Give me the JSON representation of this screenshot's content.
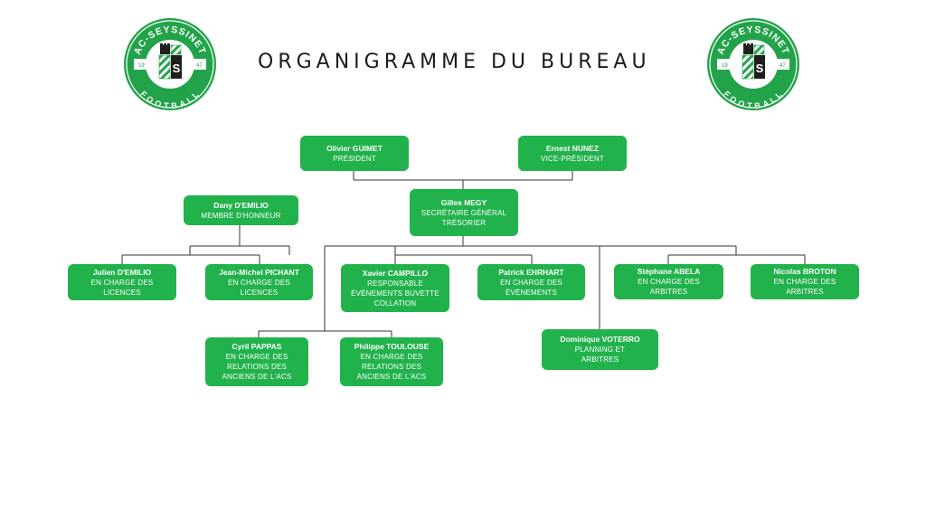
{
  "title": "ORGANIGRAMME DU BUREAU",
  "logo": {
    "ring_text_top": "AC-SEYSSINET",
    "ring_text_bottom": "FOOTBALL",
    "year_left": "19",
    "year_right": "47",
    "letter_right": "S",
    "colors": {
      "green": "#22a34a",
      "dark": "#1f1f1f"
    }
  },
  "colors": {
    "box": "#22b24c",
    "line": "#333333"
  },
  "members": [
    {
      "id": "guimet",
      "name": "Olivier GUIMET",
      "role": "PRÉSIDENT"
    },
    {
      "id": "nunez",
      "name": "Ernest NUNEZ",
      "role": "VICE-PRÉSIDENT"
    },
    {
      "id": "megy",
      "name": "Gilles MEGY",
      "role": "SECRÉTAIRE GÉNÉRAL TRÉSORIER"
    },
    {
      "id": "demilio-dany",
      "name": "Dany D'EMILIO",
      "role": "MEMBRE D'HONNEUR"
    },
    {
      "id": "demilio-julien",
      "name": "Julien D'EMILIO",
      "role": "EN CHARGE DES LICENCES"
    },
    {
      "id": "pichant",
      "name": "Jean-Michel PICHANT",
      "role": "EN CHARGE DES LICENCES"
    },
    {
      "id": "campillo",
      "name": "Xavier CAMPILLO",
      "role": "RESPONSABLE ÉVÈNEMENTS BUVETTE COLLATION"
    },
    {
      "id": "ehrhart",
      "name": "Patrick EHRHART",
      "role": "EN CHARGE DES ÉVÈNEMENTS"
    },
    {
      "id": "abela",
      "name": "Stéphane ABELA",
      "role": "EN CHARGE DES ARBITRES"
    },
    {
      "id": "broton",
      "name": "Nicolas BROTON",
      "role": "EN CHARGE DES ARBITRES"
    },
    {
      "id": "pappas",
      "name": "Cyril PAPPAS",
      "role": "EN CHARGE DES RELATIONS DES ANCIENS DE L'ACS"
    },
    {
      "id": "toulouse",
      "name": "Philippe TOULOUSE",
      "role": "EN CHARGE DES RELATIONS DES ANCIENS DE L'ACS"
    },
    {
      "id": "voterro",
      "name": "Dominique VOTERRO",
      "role": "PLANNING ET ARBITRES"
    }
  ]
}
